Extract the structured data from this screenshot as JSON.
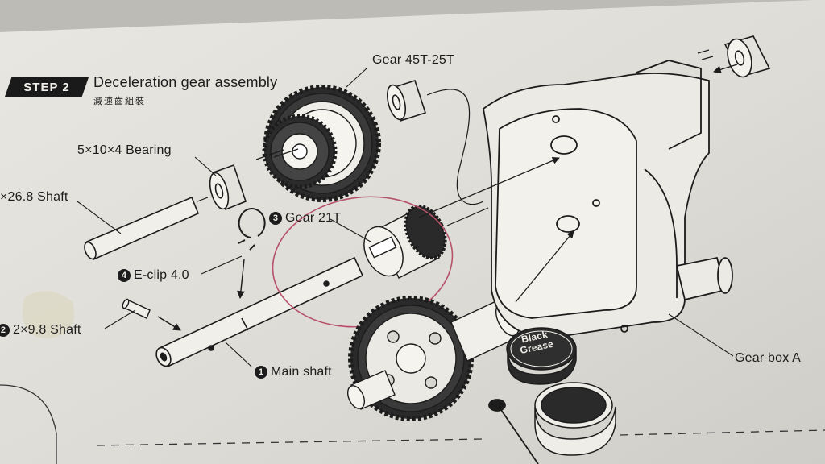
{
  "step": {
    "badge": "STEP 2",
    "title": "Deceleration gear assembly",
    "subtitle": "減速齒組裝"
  },
  "labels": {
    "gear_45_25": "Gear 45T-25T",
    "bearing": "5×10×4 Bearing",
    "shaft_268": "×26.8 Shaft",
    "gear_21": "Gear 21T",
    "eclip": "E-clip 4.0",
    "shaft_298": "2×9.8 Shaft",
    "main_shaft": "Main shaft",
    "gearbox": "Gear box A",
    "grease_line1": "Black",
    "grease_line2": "Grease"
  },
  "numbers": {
    "main_shaft": "1",
    "shaft_298": "2",
    "gear_21": "3",
    "eclip": "4"
  }
}
